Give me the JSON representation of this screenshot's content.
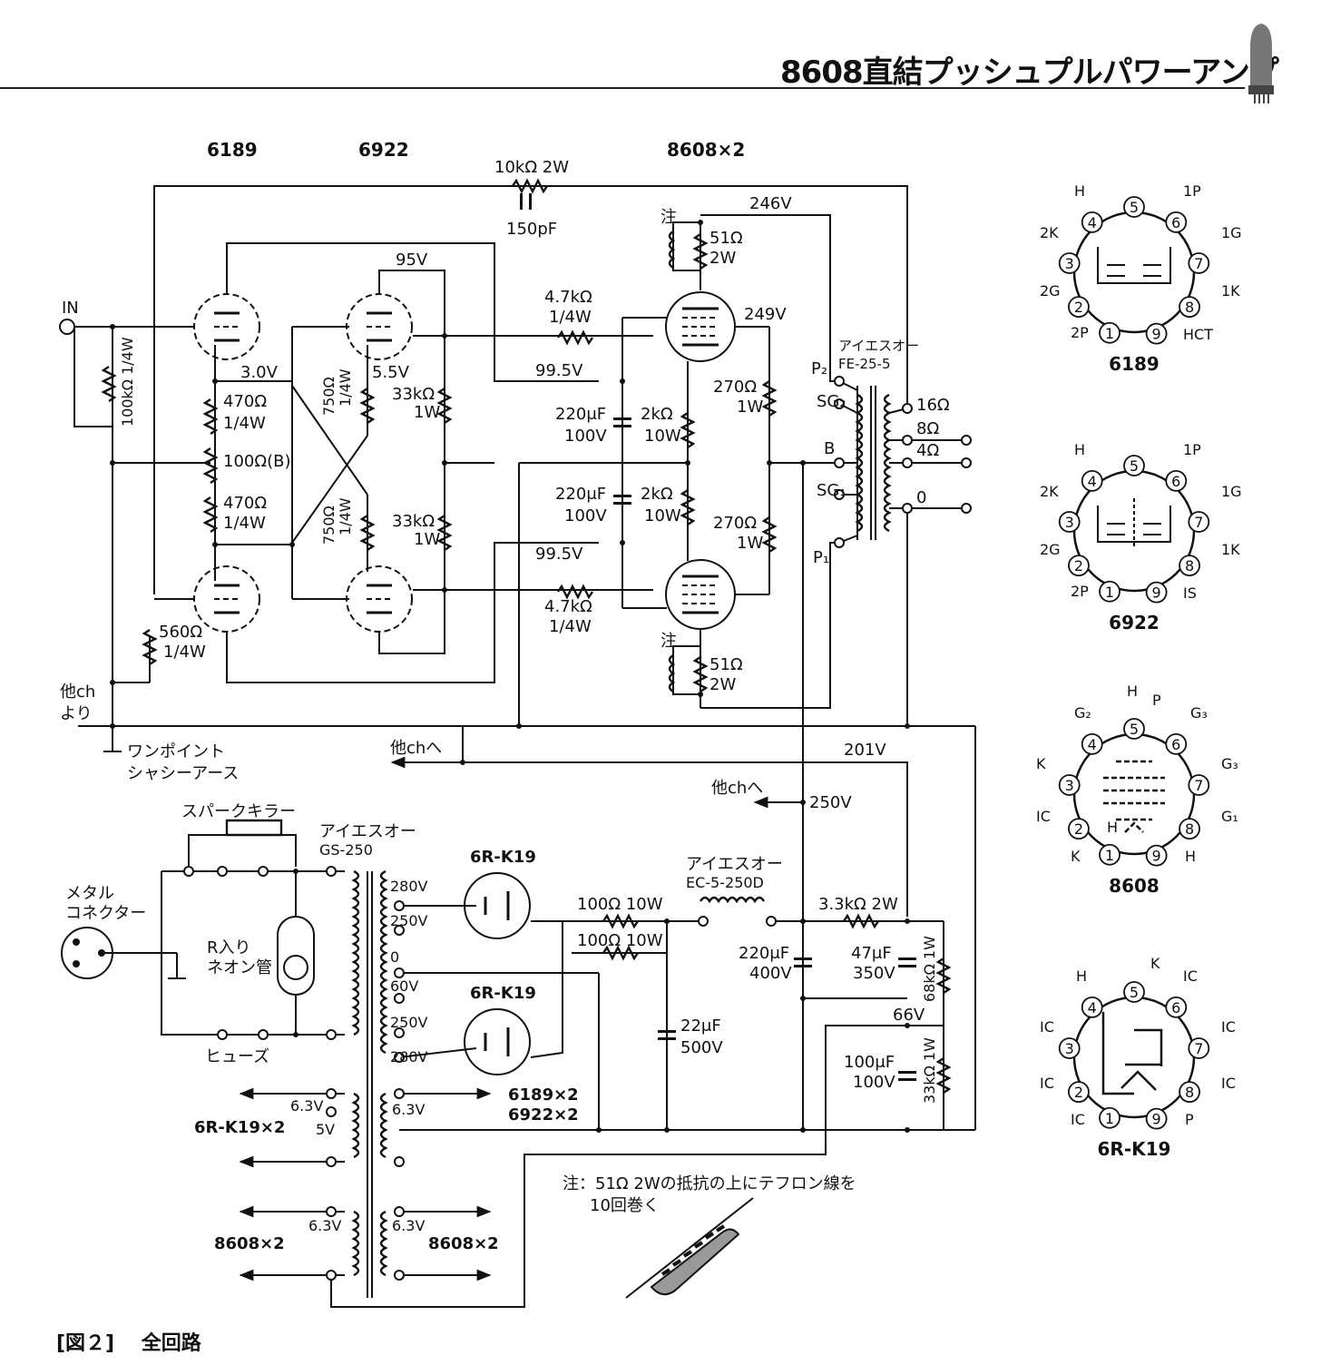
{
  "header": {
    "title": "8608直結プッシュプルパワーアンプ"
  },
  "caption": {
    "figure_number": "[図２]",
    "figure_title": "全回路"
  },
  "tubes": {
    "t1": "6189",
    "t2": "6922",
    "t3": "8608×2"
  },
  "labels": {
    "in": "IN",
    "fb_res": "10kΩ 2W",
    "fb_cap": "150pF",
    "note": "注",
    "r51": "51Ω",
    "w2": "2W",
    "v246": "246V",
    "v95": "95V",
    "r4k7": "4.7kΩ",
    "w14": "1/4W",
    "v249": "249V",
    "r100k": "100kΩ 1/4W",
    "v30": "3.0V",
    "v55": "5.5V",
    "r750": "750Ω",
    "r33k": "33kΩ",
    "w1": "1W",
    "v995": "99.5V",
    "r270": "270Ω",
    "r470": "470Ω",
    "r100b": "100Ω(B)",
    "c220": "220μF",
    "v100": "100V",
    "r2k": "2kΩ",
    "w10": "10W",
    "ot_brand": "アイエスオー",
    "ot_model": "FE-25-5",
    "p2": "P₂",
    "sg2": "SG₂",
    "bb": "B",
    "sg1": "SG₁",
    "p1": "P₁",
    "o16": "16Ω",
    "o8": "8Ω",
    "o4": "4Ω",
    "o0": "0",
    "r560": "560Ω",
    "other_ch1": "他ch",
    "other_ch2": "より",
    "ground1": "ワンポイント",
    "ground2": "シャシーアース",
    "to_other": "他chへ",
    "v201": "201V",
    "v250": "250V",
    "spark": "スパークキラー",
    "pt_model": "GS-250",
    "metal1": "メタル",
    "metal2": "コネクター",
    "neon1": "R入り",
    "neon2": "ネオン管",
    "fuse": "ヒューズ",
    "t280": "280V",
    "t250": "250V",
    "t0": "0",
    "t60": "60V",
    "rect": "6R-K19",
    "ch_model": "EC-5-250D",
    "r100x10": "100Ω 10W",
    "r33k2w": "3.3kΩ 2W",
    "c220b": "220μF",
    "v400": "400V",
    "c47": "47μF",
    "v350": "350V",
    "r68k": "68kΩ 1W",
    "v66": "66V",
    "c100": "100μF",
    "v100b": "100V",
    "r33k1w": "33kΩ 1W",
    "c22": "22μF",
    "v500": "500V",
    "h63": "6.3V",
    "h5": "5V",
    "rect2": "6R-K19×2",
    "h6189": "6189×2",
    "h6922": "6922×2",
    "h8608": "8608×2",
    "note_text1": "注：51Ω 2Wの抵抗の上にテフロン線を",
    "note_text2": "10回巻く"
  },
  "pinouts": [
    {
      "name": "6189",
      "pins": [
        "H",
        "4",
        "5",
        "6",
        "1P",
        "2K",
        "3",
        "7",
        "1G",
        "2G",
        "2",
        "8",
        "1K",
        "2P",
        "1",
        "9",
        "HCT"
      ]
    },
    {
      "name": "6922",
      "pins": [
        "H",
        "4",
        "5",
        "6",
        "1P",
        "2K",
        "3",
        "7",
        "1G",
        "2G",
        "2",
        "8",
        "1K",
        "2P",
        "1",
        "9",
        "IS"
      ]
    },
    {
      "name": "8608",
      "pins": [
        "H",
        "P",
        "4",
        "5",
        "6",
        "G₃",
        "G₂",
        "3",
        "7",
        "K",
        "G₃",
        "2",
        "8",
        "G₁",
        "IC",
        "1",
        "9",
        "K",
        "H",
        "H"
      ]
    },
    {
      "name": "6R-K19",
      "pins": [
        "H",
        "K",
        "4",
        "5",
        "6",
        "IC",
        "IC",
        "3",
        "7",
        "IC",
        "IC",
        "2",
        "8",
        "IC",
        "IC",
        "1",
        "9",
        "P"
      ]
    }
  ]
}
